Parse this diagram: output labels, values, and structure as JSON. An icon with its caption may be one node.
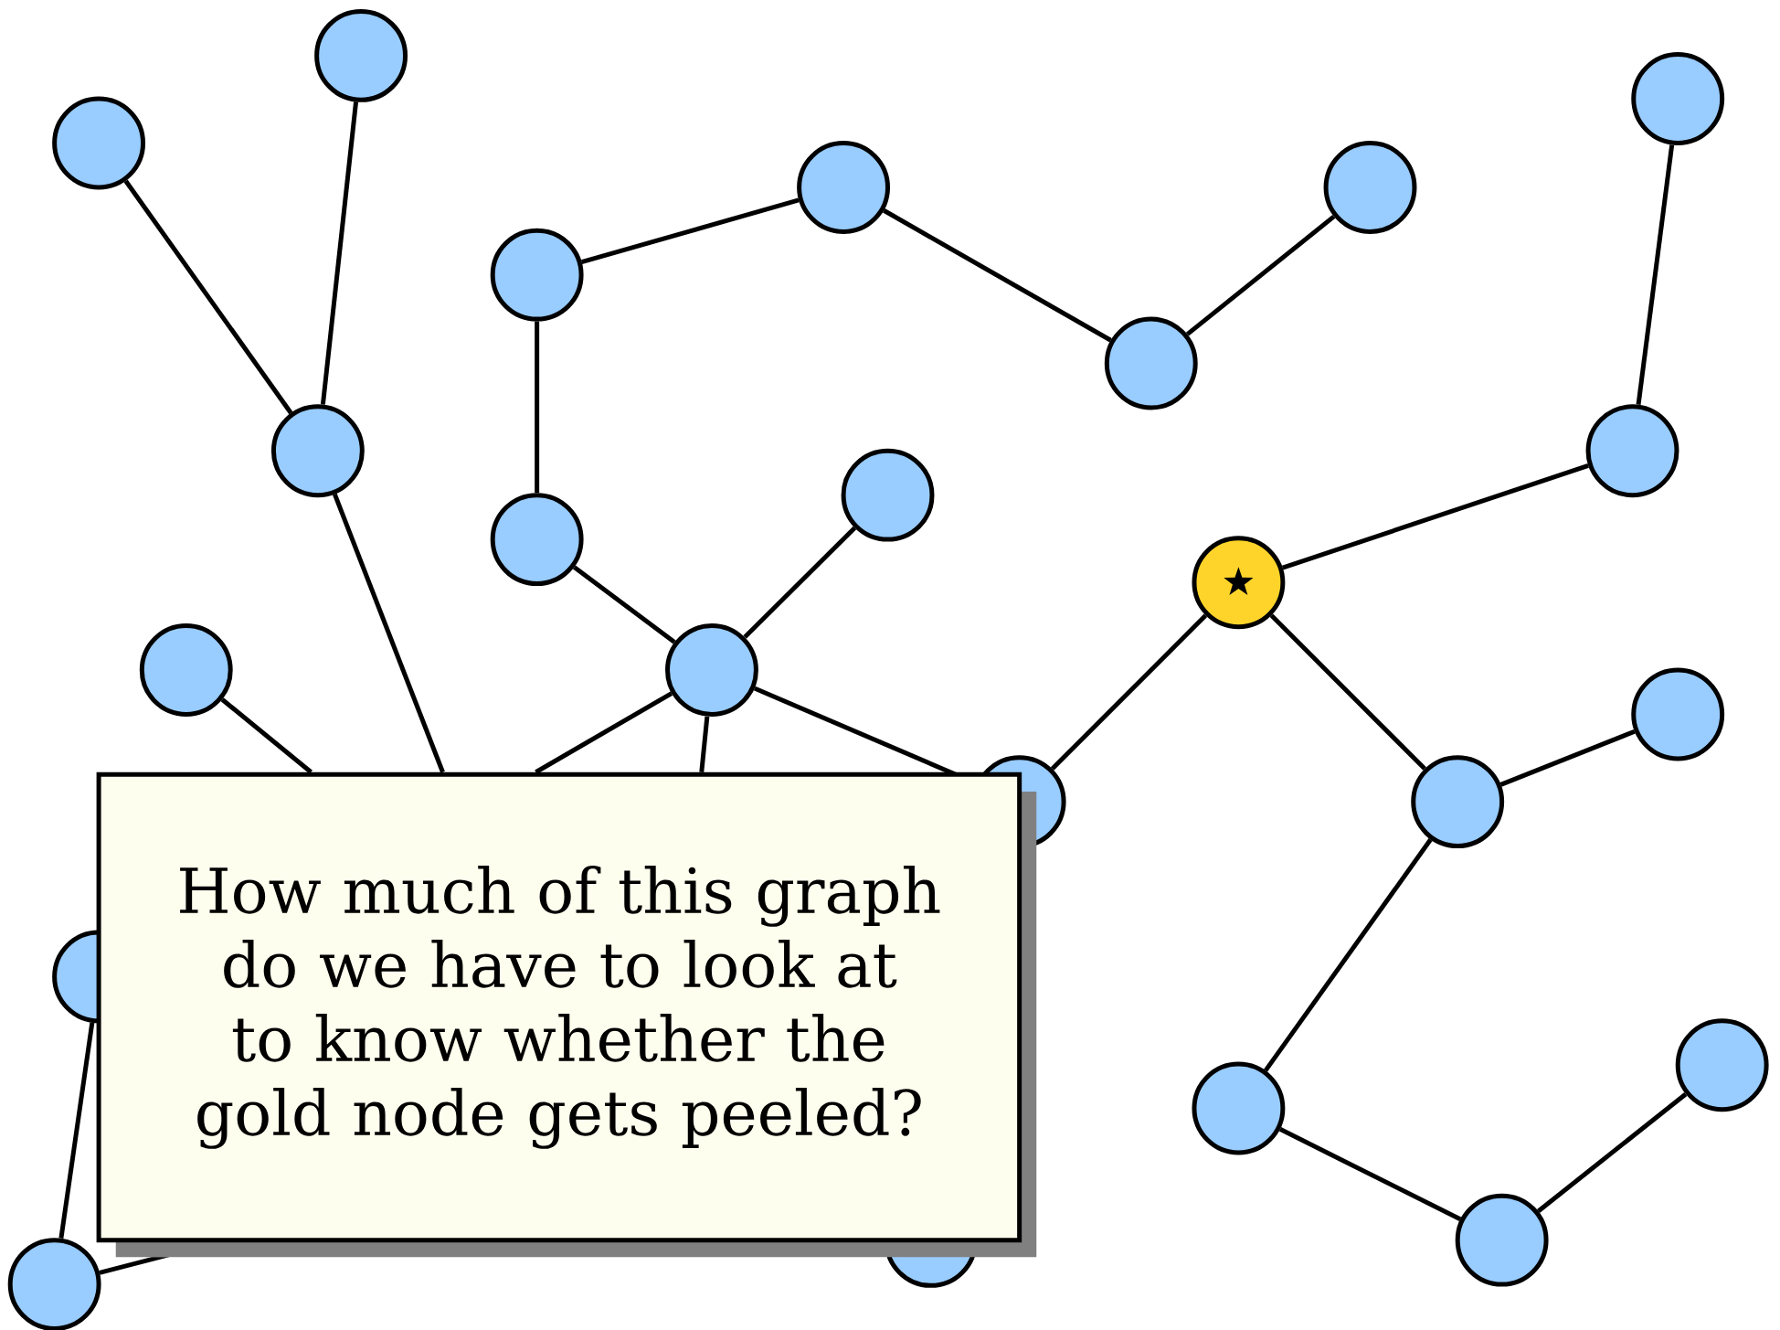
{
  "diagram": {
    "nodes": [
      {
        "text": [],
        "shape": "circle"
      },
      {
        "text": [],
        "shape": "circle"
      },
      {
        "text": [],
        "shape": "circle"
      },
      {
        "text": [],
        "shape": "circle"
      },
      {
        "text": [],
        "shape": "circle"
      },
      {
        "text": [],
        "shape": "circle"
      },
      {
        "text": [],
        "shape": "circle"
      },
      {
        "text": [],
        "shape": "circle"
      },
      {
        "text": [],
        "shape": "circle"
      },
      {
        "text": [],
        "shape": "circle"
      },
      {
        "text": [],
        "shape": "circle"
      },
      {
        "text": [],
        "shape": "circle"
      },
      {
        "text": [],
        "shape": "circle"
      },
      {
        "text": [],
        "shape": "circle"
      },
      {
        "text": [],
        "shape": "circle"
      },
      {
        "text": [],
        "shape": "circle"
      },
      {
        "text": [],
        "shape": "circle"
      },
      {
        "text": [],
        "shape": "circle"
      },
      {
        "text": [],
        "shape": "circle"
      },
      {
        "text": [],
        "shape": "circle"
      },
      {
        "text": [],
        "shape": "circle"
      },
      {
        "text": [],
        "shape": "circle"
      },
      {
        "text": [],
        "shape": "circle"
      },
      {
        "text": [
          "How much of this graph do we have to look at to know whether the gold node gets peeled?"
        ]
      }
    ],
    "edges": [
      {
        "from": 0,
        "to": 2,
        "arrow": "none"
      },
      {
        "from": 1,
        "to": 2,
        "arrow": "none"
      },
      {
        "from": 2,
        "to": 23,
        "arrow": "none"
      },
      {
        "from": 3,
        "to": 4,
        "arrow": "none"
      },
      {
        "from": 3,
        "to": 9,
        "arrow": "none"
      },
      {
        "from": 4,
        "to": 5,
        "arrow": "none"
      },
      {
        "from": 5,
        "to": 6,
        "arrow": "none"
      },
      {
        "from": 7,
        "to": 8,
        "arrow": "none"
      },
      {
        "from": 8,
        "to": 13,
        "arrow": "none"
      },
      {
        "from": 9,
        "to": 12,
        "arrow": "none"
      },
      {
        "from": 10,
        "to": 12,
        "arrow": "none"
      },
      {
        "from": 11,
        "to": 23,
        "arrow": "none"
      },
      {
        "from": 12,
        "to": 23,
        "arrow": "none"
      },
      {
        "from": 12,
        "to": 23,
        "arrow": "none"
      },
      {
        "from": 12,
        "to": 14,
        "arrow": "none"
      },
      {
        "from": 14,
        "to": 13,
        "arrow": "none"
      },
      {
        "from": 13,
        "to": 15,
        "arrow": "none"
      },
      {
        "from": 15,
        "to": 16,
        "arrow": "none"
      },
      {
        "from": 15,
        "to": 20,
        "arrow": "none"
      },
      {
        "from": 20,
        "to": 21,
        "arrow": "none"
      },
      {
        "from": 21,
        "to": 22,
        "arrow": "none"
      },
      {
        "from": 17,
        "to": 18,
        "arrow": "none"
      },
      {
        "from": 18,
        "to": 23,
        "arrow": "none"
      }
    ]
  }
}
